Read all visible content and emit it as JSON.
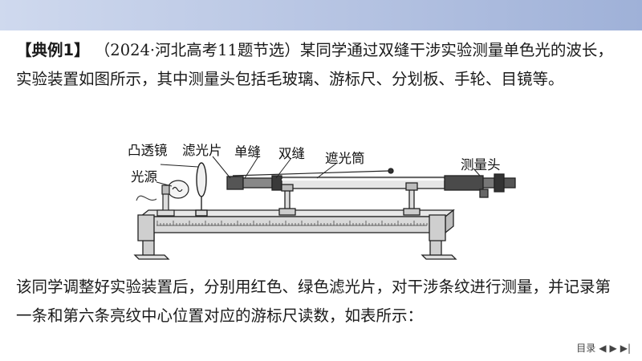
{
  "example": {
    "tag": "【典例1】",
    "source": "（2024·河北高考11题节选）",
    "body": "某同学通过双缝干涉实验测量单色光的波长，实验装置如图所示，其中测量头包括毛玻璃、游标尺、分划板、手轮、目镜等。"
  },
  "figure": {
    "labels": {
      "convex_lens": "凸透镜",
      "filter": "滤光片",
      "single_slit": "单缝",
      "double_slit": "双缝",
      "shade_tube": "遮光筒",
      "measuring_head": "测量头",
      "light_source": "光源"
    }
  },
  "paragraph2": "该同学调整好实验装置后，分别用红色、绿色滤光片，对干涉条纹进行测量，并记录第一条和第六条亮纹中心位置对应的游标尺读数，如表所示：",
  "footer": {
    "toc": "目录",
    "prev_icon": "◀",
    "next_icon": "▶",
    "end_icon": "▶|"
  }
}
